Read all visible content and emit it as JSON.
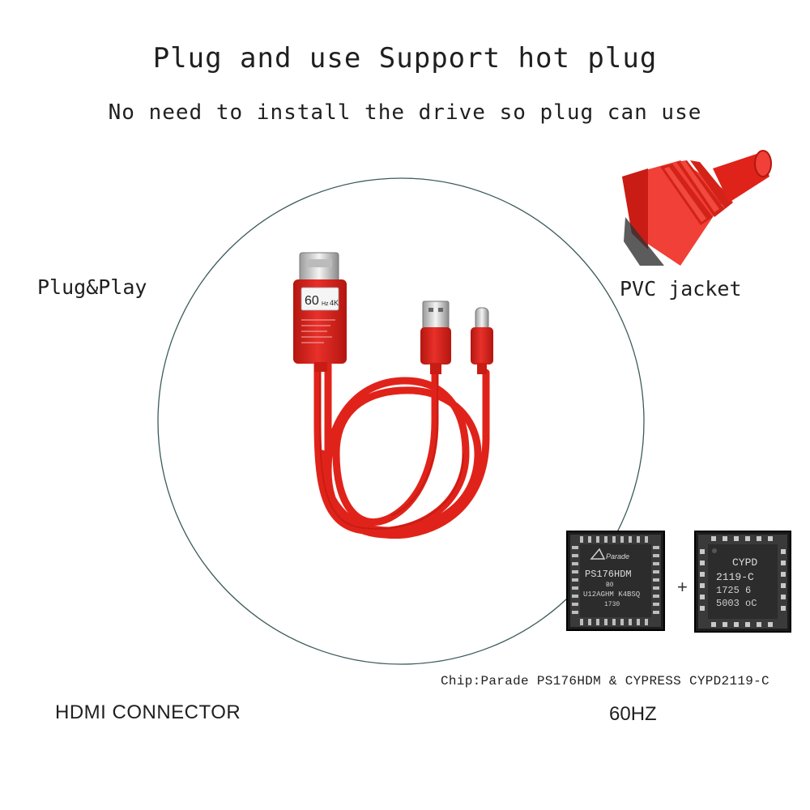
{
  "headline": "Plug and use Support hot plug",
  "subheadline": "No need to install the drive so plug can use",
  "labels": {
    "plug_play": "Plug&Play",
    "pvc_jacket": "PVC jacket",
    "chip_caption": "Chip:Parade PS176HDM & CYPRESS CYPD2119-C",
    "hdmi_connector": "HDMI CONNECTOR",
    "frequency": "60HZ",
    "plus_sign": "+"
  },
  "adapter_screen": {
    "big": "60",
    "small_hz": "Hz",
    "small_4k": "4K"
  },
  "chips": {
    "parade": {
      "brand": "Parade",
      "model": "PS176HDM",
      "line1": "B0",
      "line2": "U12AGHM K4BSQ",
      "line3": "1730"
    },
    "cypress": {
      "line1": "CYPD",
      "line2": "2119-C",
      "line3": "1725 6",
      "line4": "5003 oC"
    }
  },
  "colors": {
    "cable_red": "#e0231a",
    "cable_dark": "#b3160f",
    "circle_outline": "#3c5a5a",
    "chip_body": "#2a2a2a"
  }
}
